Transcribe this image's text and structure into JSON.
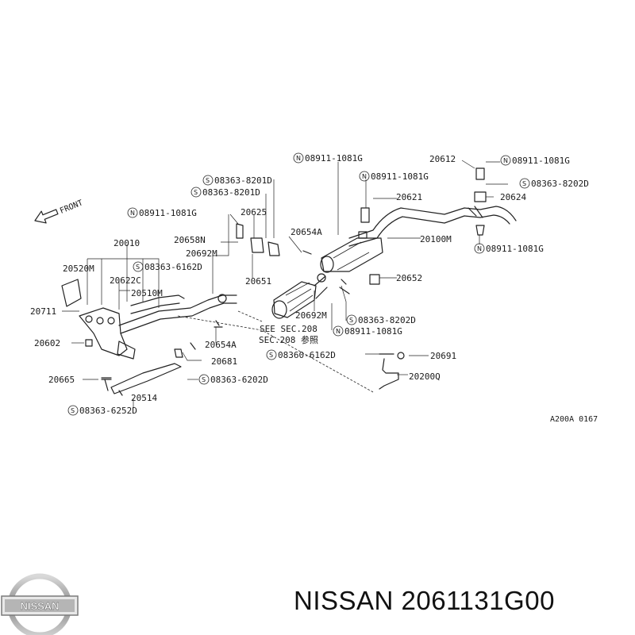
{
  "diagram": {
    "front_label": "FRONT",
    "ref_code": "A200A 0167",
    "see_sec": "SEE SEC.208",
    "sec_ref": "SEC.208 参照",
    "labels": {
      "p20612": "20612",
      "n0891_top": "08911-1081G",
      "n0891_tr": "08911-1081G",
      "n0891_mid": "08911-1081G",
      "s08363_8202D_tr": "08363-8202D",
      "p20621": "20621",
      "p20624": "20624",
      "s08363_8201D_a": "08363-8201D",
      "s08363_8201D_b": "08363-8201D",
      "n0891_left": "08911-1081G",
      "p20625": "20625",
      "p20654A_a": "20654A",
      "p20100M": "20100M",
      "n0891_right": "08911-1081G",
      "p20010": "20010",
      "p20658N": "20658N",
      "p20692M_a": "20692M",
      "p20520M": "20520M",
      "s08363_6162D": "08363-6162D",
      "p20622C": "20622C",
      "p20651": "20651",
      "p20652": "20652",
      "p20510M": "20510M",
      "p20711": "20711",
      "p20692M_b": "20692M",
      "s08363_8202D_m": "08363-8202D",
      "n0891_bot": "08911-1081G",
      "p20602": "20602",
      "p20654A_b": "20654A",
      "s08360_6162D": "08360-6162D",
      "p20691": "20691",
      "p20681": "20681",
      "p20665": "20665",
      "s08363_6202D": "08363-6202D",
      "p20200Q": "20200Q",
      "p20514": "20514",
      "s08363_6252D": "08363-6252D"
    },
    "symbols": {
      "s": "S",
      "n": "N"
    }
  },
  "footer": {
    "brand_logo_text": "NISSAN",
    "part_number_text": "NISSAN 2061131G00"
  }
}
